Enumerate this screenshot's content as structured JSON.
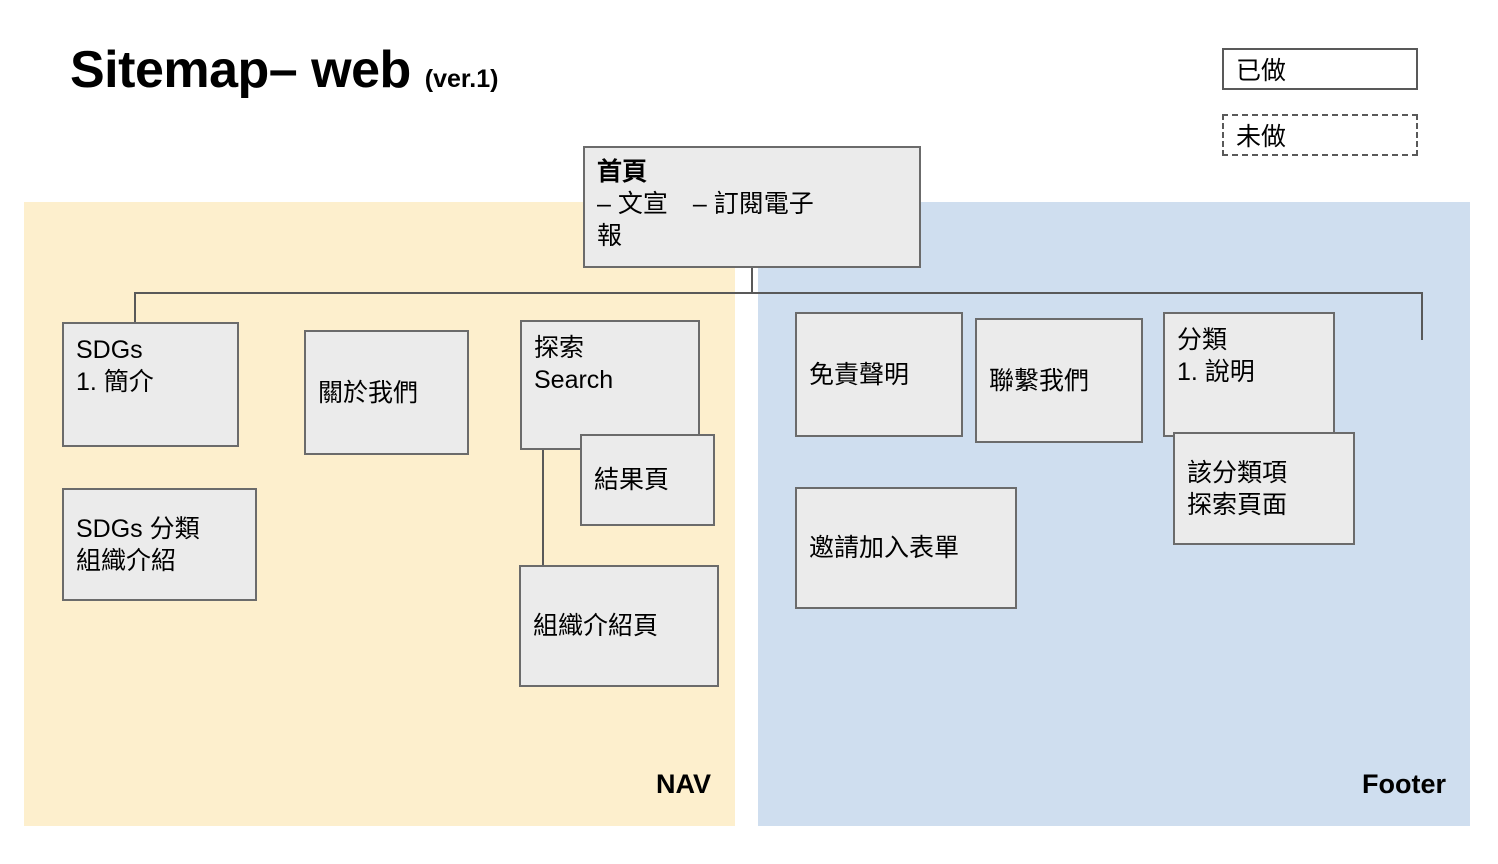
{
  "title": {
    "main": "Sitemap– web",
    "version": "(ver.1)"
  },
  "legend": {
    "done_label": "已做",
    "todo_label": "未做"
  },
  "sections": {
    "nav": {
      "label": "NAV",
      "color": "#FDEFCD"
    },
    "footer": {
      "label": "Footer",
      "color": "#CFDEEF"
    }
  },
  "nodes": {
    "home": {
      "title": "首頁",
      "sub_line1": "– 文宣　– 訂閱電子",
      "sub_line2": "報"
    },
    "sdgs": {
      "line1": "SDGs",
      "line2": "1. 簡介"
    },
    "about": {
      "label": "關於我們"
    },
    "explore": {
      "line1": "探索",
      "line2": "Search"
    },
    "result": {
      "label": "結果頁"
    },
    "sdgs_category": {
      "line1": "SDGs 分類",
      "line2": "組織介紹"
    },
    "org_page": {
      "label": "組織介紹頁"
    },
    "disclaimer": {
      "label": "免責聲明"
    },
    "contact": {
      "label": "聯繫我們"
    },
    "category": {
      "line1": "分類",
      "line2": "1. 說明"
    },
    "category_explore": {
      "line1": "該分類項",
      "line2": "探索頁面"
    },
    "invite": {
      "label": "邀請加入表單"
    }
  },
  "colors": {
    "node_fill": "#EBEBEB",
    "node_border": "#6b6b6b",
    "connector": "#595959"
  }
}
